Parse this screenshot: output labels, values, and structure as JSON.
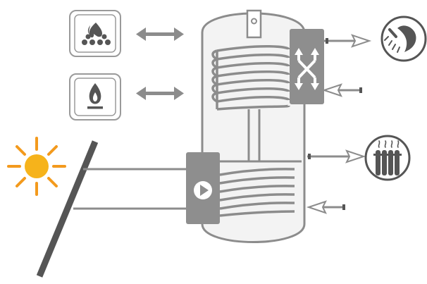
{
  "diagram": {
    "heat_sources": [
      {
        "name": "solid-fuel-boiler",
        "icon": "solid-fuel-fire-icon",
        "connection": "bidirectional"
      },
      {
        "name": "gas-boiler",
        "icon": "gas-flame-icon",
        "connection": "bidirectional"
      }
    ],
    "solar": {
      "sun_icon": "sun-icon",
      "collector": "solar-collector-panel"
    },
    "tank": {
      "upper_coil": "heat-exchanger-coil-upper",
      "lower_coil": "heat-exchanger-coil-lower"
    },
    "valves": {
      "upper": "mixing-valve-icon",
      "lower": "pump-icon"
    },
    "outputs": [
      {
        "name": "hot-water-shower",
        "icon": "shower-head-icon"
      },
      {
        "name": "space-heating",
        "icon": "radiator-icon"
      }
    ],
    "colors": {
      "line_gray": "#8c8c8c",
      "dark_gray": "#555555",
      "block_gray": "#8e8e8e",
      "tank_fill": "#f3f3f3",
      "sun_yellow": "#f6b31b",
      "sun_orange": "#f39a1d",
      "white": "#ffffff"
    }
  }
}
